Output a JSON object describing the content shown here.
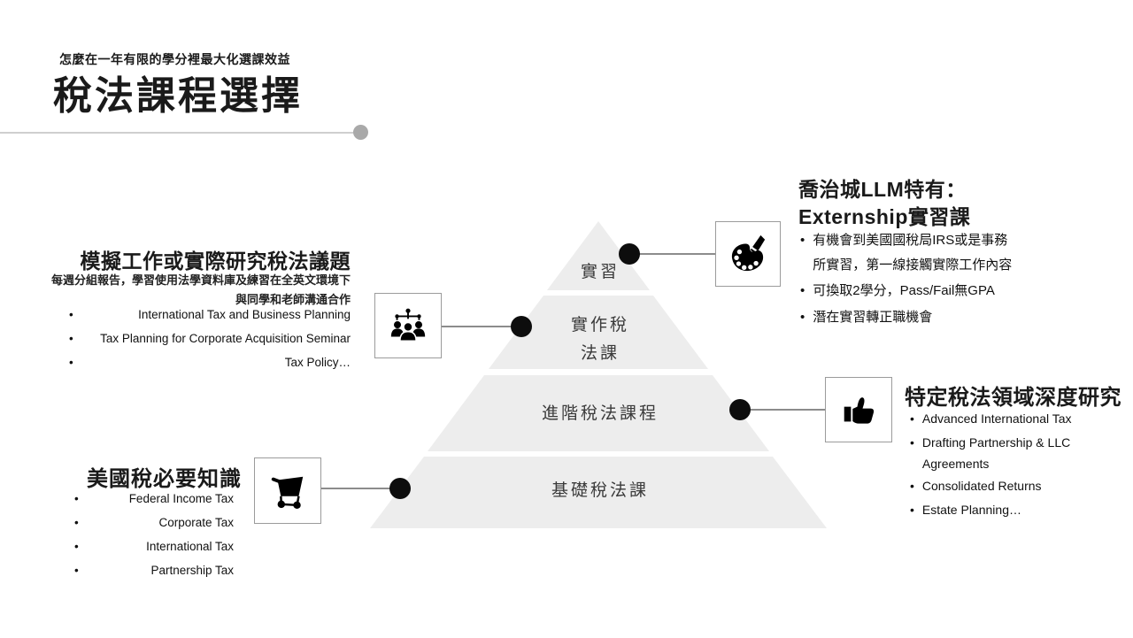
{
  "header": {
    "kicker": "怎麼在一年有限的學分裡最大化選課效益",
    "title": "稅法課程選擇"
  },
  "ui": {
    "bullet": "•"
  },
  "pyramid": {
    "tiers": [
      {
        "lines": [
          "實習"
        ]
      },
      {
        "lines": [
          "實作稅",
          "法課"
        ]
      },
      {
        "lines": [
          "進階稅法課程"
        ]
      },
      {
        "lines": [
          "基礎稅法課"
        ]
      }
    ]
  },
  "blocks": {
    "practice": {
      "heading": "模擬工作或實際研究稅法議題",
      "subtext": [
        "每週分組報告，學習使用法學資料庫及練習在全英文環境下",
        "與同學和老師溝通合作"
      ],
      "bullets": [
        "International Tax and Business Planning",
        "Tax Planning for Corporate Acquisition Seminar",
        "Tax Policy…"
      ]
    },
    "us_tax_basics": {
      "heading": "美國稅必要知識",
      "bullets": [
        "Federal Income Tax",
        "Corporate Tax",
        "International Tax",
        "Partnership Tax"
      ]
    },
    "externship": {
      "heading_line1": "喬治城LLM特有：",
      "heading_line2": "Externship實習課",
      "bullets": [
        {
          "lines": [
            "有機會到美國國稅局IRS或是事務",
            "所實習，第一線接觸實際工作內容"
          ]
        },
        {
          "lines": [
            "可換取2學分，Pass/Fail無GPA"
          ]
        },
        {
          "lines": [
            "潛在實習轉正職機會"
          ]
        }
      ]
    },
    "deep_dive": {
      "heading": "特定稅法領域深度研究",
      "bullets": [
        {
          "lines": [
            "Advanced International Tax"
          ]
        },
        {
          "lines": [
            "Drafting Partnership & LLC",
            "Agreements"
          ]
        },
        {
          "lines": [
            "Consolidated Returns"
          ]
        },
        {
          "lines": [
            "Estate Planning…"
          ]
        }
      ]
    }
  },
  "icons": {
    "tier1": "palette-icon",
    "tier2": "team-network-icon",
    "tier3": "thumbs-up-icon",
    "tier4": "shopping-cart-icon"
  },
  "colors": {
    "pyramid_fill": "#ededed",
    "connector": "#8c8c8c",
    "divider": "#cfcfcf",
    "divider_dot": "#a9a9a9",
    "node_dot": "#0d0d0d",
    "icon_border": "#9b9b9b",
    "text": "#1a1a1a"
  }
}
